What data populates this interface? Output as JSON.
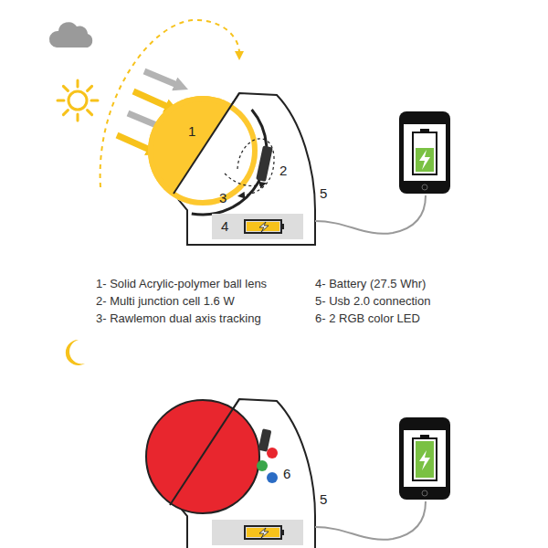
{
  "diagram": {
    "nodes": [
      {
        "text": [
          "1"
        ]
      },
      {
        "text": [
          "4"
        ]
      }
    ],
    "labels": [
      "2",
      "3",
      "5",
      "1- Solid Acrylic-polymer ball lens",
      "2- Multi junction cell 1.6 W",
      "3- Rawlemon dual axis tracking",
      "4- Battery (27.5 Whr)",
      "5- Usb 2.0 connection",
      "6- 2 RGB color LED",
      "6",
      "5"
    ]
  }
}
